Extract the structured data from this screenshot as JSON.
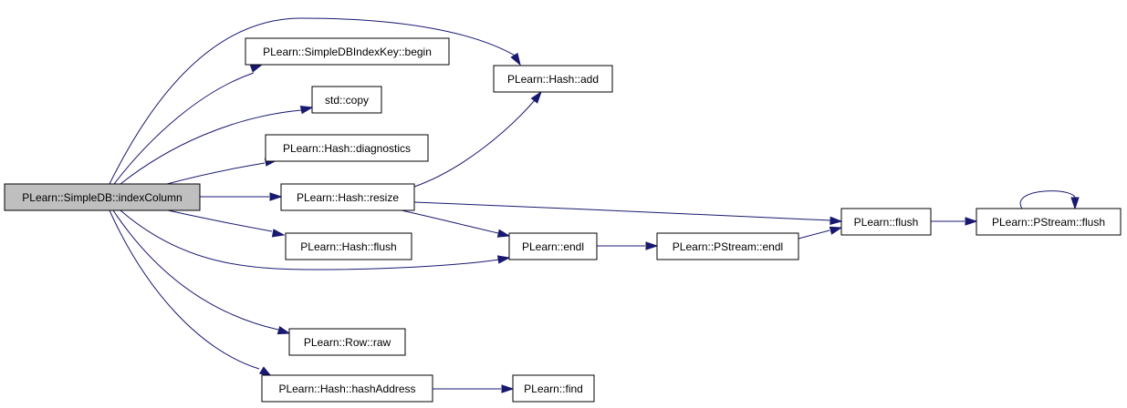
{
  "diagram": {
    "nodes": {
      "root": "PLearn::SimpleDB::indexColumn",
      "idxkey_begin": "PLearn::SimpleDBIndexKey::begin",
      "std_copy": "std::copy",
      "hash_diagnostics": "PLearn::Hash::diagnostics",
      "hash_resize": "PLearn::Hash::resize",
      "hash_flush": "PLearn::Hash::flush",
      "row_raw": "PLearn::Row::raw",
      "hash_hashaddress": "PLearn::Hash::hashAddress",
      "hash_add": "PLearn::Hash::add",
      "endl": "PLearn::endl",
      "find": "PLearn::find",
      "pstream_endl": "PLearn::PStream::endl",
      "flush": "PLearn::flush",
      "pstream_flush": "PLearn::PStream::flush"
    },
    "edges": [
      [
        "root",
        "hash_add"
      ],
      [
        "root",
        "idxkey_begin"
      ],
      [
        "root",
        "std_copy"
      ],
      [
        "root",
        "hash_diagnostics"
      ],
      [
        "root",
        "hash_resize"
      ],
      [
        "root",
        "hash_flush"
      ],
      [
        "root",
        "endl"
      ],
      [
        "root",
        "row_raw"
      ],
      [
        "root",
        "hash_hashaddress"
      ],
      [
        "hash_resize",
        "hash_add"
      ],
      [
        "hash_resize",
        "flush"
      ],
      [
        "hash_resize",
        "endl"
      ],
      [
        "endl",
        "pstream_endl"
      ],
      [
        "pstream_endl",
        "flush"
      ],
      [
        "flush",
        "pstream_flush"
      ],
      [
        "pstream_flush",
        "pstream_flush"
      ],
      [
        "hash_hashaddress",
        "find"
      ]
    ]
  }
}
